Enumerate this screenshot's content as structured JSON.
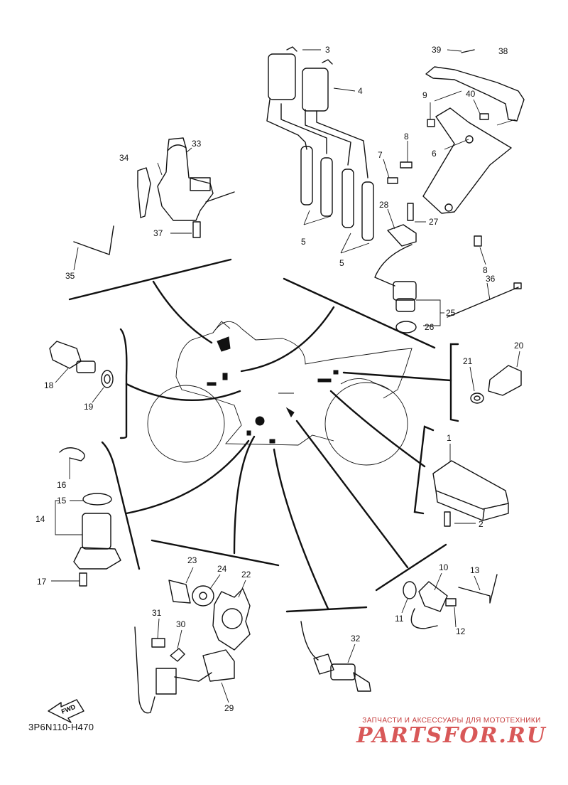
{
  "diagram": {
    "code": "3P6N110-H470",
    "fwd_label": "FWD",
    "callouts": [
      "1",
      "2",
      "3",
      "4",
      "5",
      "5",
      "6",
      "7",
      "8",
      "8",
      "9",
      "10",
      "11",
      "12",
      "13",
      "14",
      "15",
      "16",
      "17",
      "18",
      "19",
      "20",
      "21",
      "22",
      "23",
      "24",
      "25",
      "26",
      "27",
      "28",
      "29",
      "30",
      "31",
      "32",
      "33",
      "34",
      "35",
      "36",
      "37",
      "38",
      "39",
      "40"
    ]
  },
  "watermark": {
    "tagline": "ЗАПЧАСТИ И АКСЕССУАРЫ ДЛЯ МОТОТЕХНИКИ",
    "brand": "PARTSFOR.RU",
    "color": "#d23c3c"
  }
}
